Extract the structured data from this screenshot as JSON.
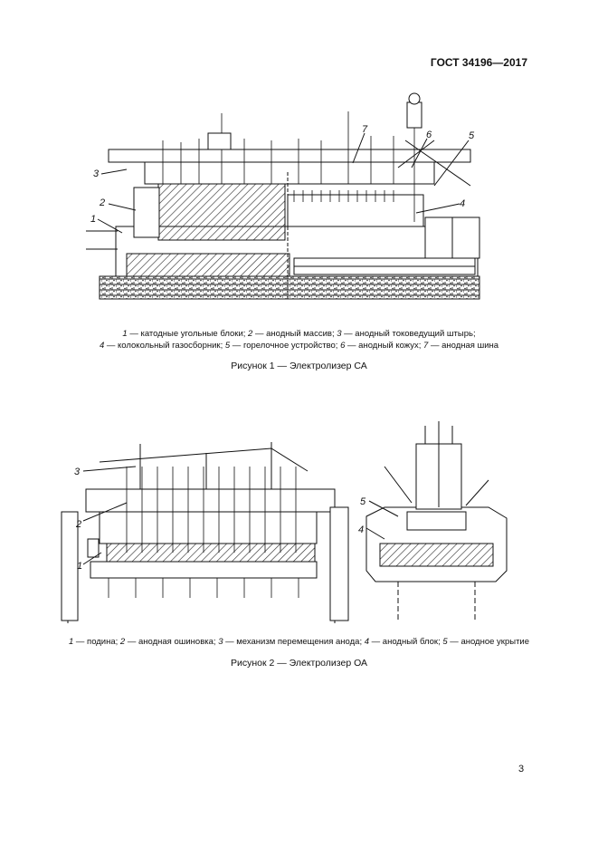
{
  "header": {
    "doc_code": "ГОСТ 34196—2017"
  },
  "figure1": {
    "labels": [
      "1",
      "2",
      "3",
      "4",
      "5",
      "6",
      "7"
    ],
    "legend_line1": [
      {
        "n": "1",
        "t": " — катодные угольные блоки; "
      },
      {
        "n": "2",
        "t": " — анодный массив; "
      },
      {
        "n": "3",
        "t": " — анодный токоведущий штырь;"
      }
    ],
    "legend_line2": [
      {
        "n": "4",
        "t": " — колокольный газосборник; "
      },
      {
        "n": "5",
        "t": " — горелочное устройство; "
      },
      {
        "n": "6",
        "t": " — анодный кожух; "
      },
      {
        "n": "7",
        "t": " — анодная шина"
      }
    ],
    "title": "Рисунок 1 — Электролизер СА"
  },
  "figure2": {
    "labels": [
      "1",
      "2",
      "3",
      "4",
      "5"
    ],
    "legend_line1": [
      {
        "n": "1",
        "t": " — подина; "
      },
      {
        "n": "2",
        "t": " — анодная ошиновка; "
      },
      {
        "n": "3",
        "t": " — механизм перемещения анода; "
      },
      {
        "n": "4",
        "t": " — анодный блок; "
      },
      {
        "n": "5",
        "t": " — анодное укрытие"
      }
    ],
    "title": "Рисунок 2 — Электролизер ОА"
  },
  "footer": {
    "page_number": "3"
  }
}
